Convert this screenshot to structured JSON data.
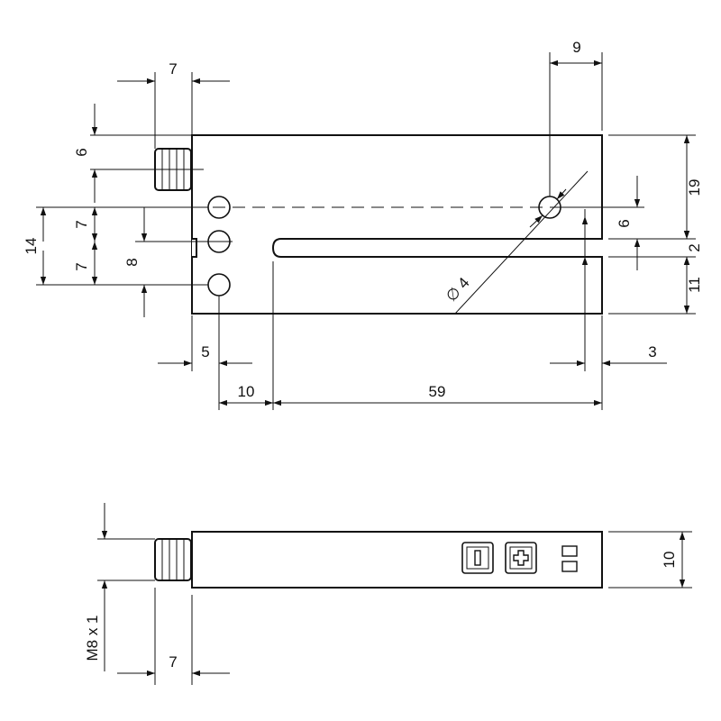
{
  "dimensions": {
    "top_view": {
      "connector_width": "7",
      "right_offset": "9",
      "connector_offset": "6",
      "hole_pitch_upper": "7",
      "hole_pitch_lower": "7",
      "hole_span": "14",
      "slot_to_hole": "8",
      "hole_diameter": "∅ 4",
      "right_to_hole_axis": "19",
      "hole_axis_to_slot": "6",
      "slot_width": "2",
      "slot_to_bottom": "11",
      "left_to_hole": "5",
      "hole_to_slot_start": "10",
      "slot_length": "59",
      "slot_end_to_right": "3"
    },
    "side_view": {
      "thread": "M8 x 1",
      "connector_width": "7",
      "height": "10"
    }
  },
  "icons": [
    "minus-key-icon",
    "plus-key-icon",
    "led-indicator-icon"
  ]
}
